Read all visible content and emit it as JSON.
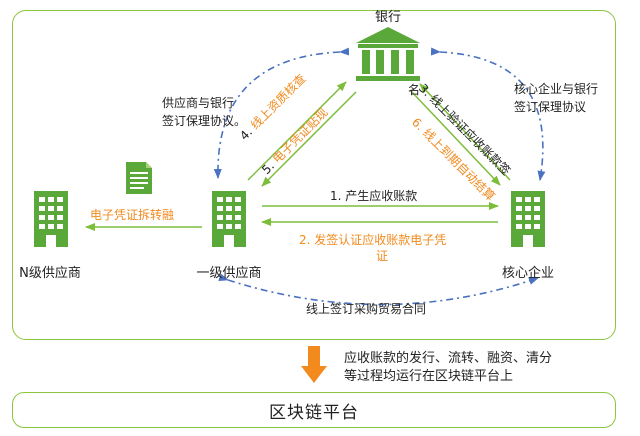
{
  "nodes": {
    "bank": "银行",
    "n_supplier": "N级供应商",
    "first_supplier": "一级供应商",
    "core": "核心企业"
  },
  "edges": {
    "produce_receivable": "1. 产生应收账款",
    "issue_voucher_1": "2. 发签认证应收账款电子凭",
    "issue_voucher_2": "证",
    "verify_sign_num": "3. 线上验证应收账款签",
    "verify_sign_tail": "名",
    "review_num": "4.",
    "review_text": "线上资质核查",
    "discount_num": "5.",
    "discount_text": "电子凭证贴现",
    "settle_num": "6.",
    "settle_text": "线上到期自动结算",
    "split_financing": "电子凭证拆转融",
    "trade_contract": "线上签订采购贸易合同",
    "supplier_bank_1": "供应商与银行",
    "supplier_bank_2": "签订保理协议。",
    "core_bank_1": "核心企业与银行",
    "core_bank_2": "签订保理协议"
  },
  "note": {
    "line1": "应收账款的发行、流转、融资、清分",
    "line2": "等过程均运行在区块链平台上"
  },
  "platform": "区块链平台",
  "colors": {
    "border": "#8cc63f",
    "building": "#5aa83a",
    "orange": "#f28a1e",
    "blue": "#4a72c0",
    "green_arrow": "#7cbd3a"
  }
}
